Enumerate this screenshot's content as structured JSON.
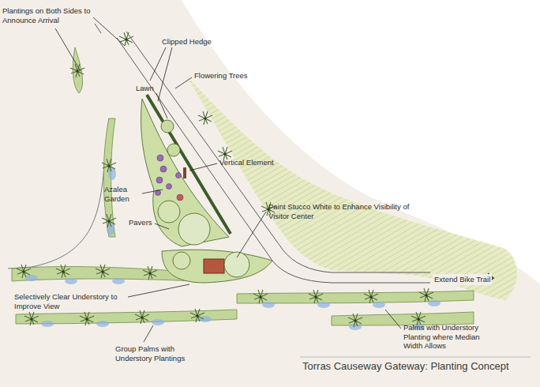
{
  "diagram": {
    "title": "Torras Causeway Gateway: Planting Concept",
    "labels": [
      "Plantings on Both Sides to Announce Arrival",
      "Clipped Hedge",
      "Flowering Trees",
      "Lawn",
      "Vertical Element",
      "Azalea Garden",
      "Pavers",
      "Paint Stucco White to Enhance Visibility of Visitor Center",
      "Selectively Clear Understory to Improve View",
      "Extend Bike Trail",
      "Palms with Understory Planting where Median Width Allows",
      "Group Palms with Understory Plantings"
    ]
  }
}
